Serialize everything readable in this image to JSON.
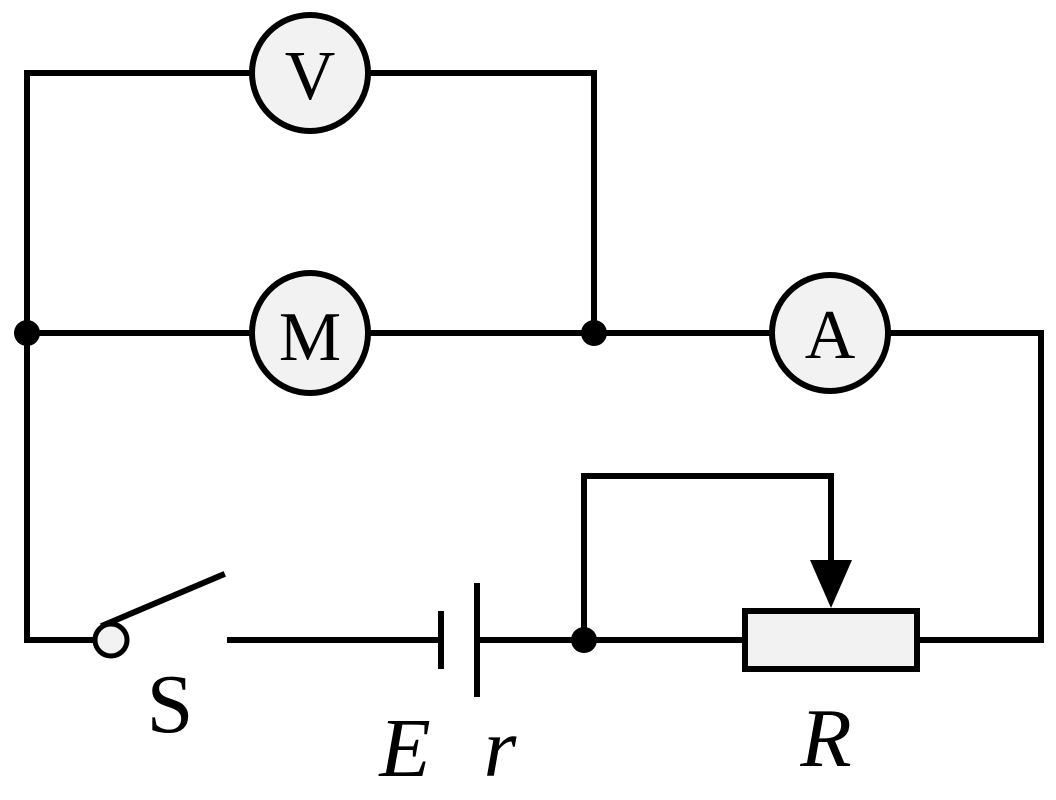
{
  "diagram": {
    "type": "circuit",
    "components": {
      "voltmeter": {
        "symbol": "V"
      },
      "motor": {
        "symbol": "M"
      },
      "ammeter": {
        "symbol": "A"
      },
      "switch": {
        "label": "S",
        "state": "open"
      },
      "battery": {
        "emf_label": "E",
        "internal_resistance_label": "r"
      },
      "rheostat": {
        "label": "R"
      }
    },
    "colors": {
      "wire": "#000000",
      "meter_fill": "#f2f2f2",
      "resistor_fill": "#f2f2f2"
    }
  }
}
